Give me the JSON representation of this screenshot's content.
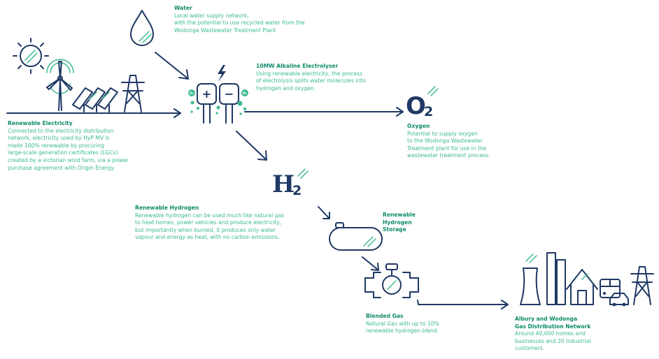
{
  "water": {
    "title": "Water",
    "body": "Local water supply network,\nwith the potential to use recycled water from the\nWodonga Wastewater Treatment Plant"
  },
  "electrolyser": {
    "title": "10MW Alkaline Electrolyser",
    "body": "Using renewable electricity, the process\nof electrolysis splits water molecules into\nhydrogen and oxygen.",
    "plus": "+",
    "minus": "−",
    "o2_small": "O₂",
    "h2_small": "H₂"
  },
  "electricity": {
    "title": "Renewable Electricity",
    "body": "Connected to the electricity distribution\nnetwork, electricity used by HyP MV is\nmade 100% renewable by procuring\nlarge-scale generation certificates (LGCs)\ncreated by a victorian wind farm, via a power\npurchase agreement with Origin Energy."
  },
  "oxygen": {
    "symbol": "O",
    "subscript": "2",
    "title": "Oxygen",
    "body": "Potential to supply oxygen\nto the Wodonga Wastewater\nTreatment plant for use in the\nwastewater treatment process."
  },
  "hydrogen": {
    "symbol": "H",
    "subscript": "2",
    "title": "Renewable Hydrogen",
    "body": "Renewable hydrogen can be used much like natural gas\nto heat homes, power vehicles and produce electricity,\nbut importantly when burned, it produces only water\nvapour and energy as heat, with no carbon emissions."
  },
  "storage": {
    "title": "Renewable\nHydrogen\nStorage"
  },
  "blended": {
    "title": "Blended Gas",
    "body": "Natural Gas with up to 10%\nrenewable hydrogen blend."
  },
  "network": {
    "title": "Albury and Wodonga\nGas Distribution Network",
    "body": "Around 40,000 homes and\nbusinesses and 20 industrial\ncustomers."
  },
  "colors": {
    "navy": "#1f3864",
    "green": "#3cb98d",
    "title_green": "#0f8a6a"
  },
  "icons": [
    "water-drop-icon",
    "sun-icon",
    "wind-turbine-icon",
    "solar-panel-icon",
    "transmission-tower-icon",
    "electrolyser-icon",
    "lightning-icon",
    "oxygen-o2-icon",
    "hydrogen-h2-icon",
    "storage-tank-icon",
    "valve-icon",
    "cooling-tower-icon",
    "factory-icon",
    "house-icon",
    "bus-icon",
    "car-icon"
  ]
}
